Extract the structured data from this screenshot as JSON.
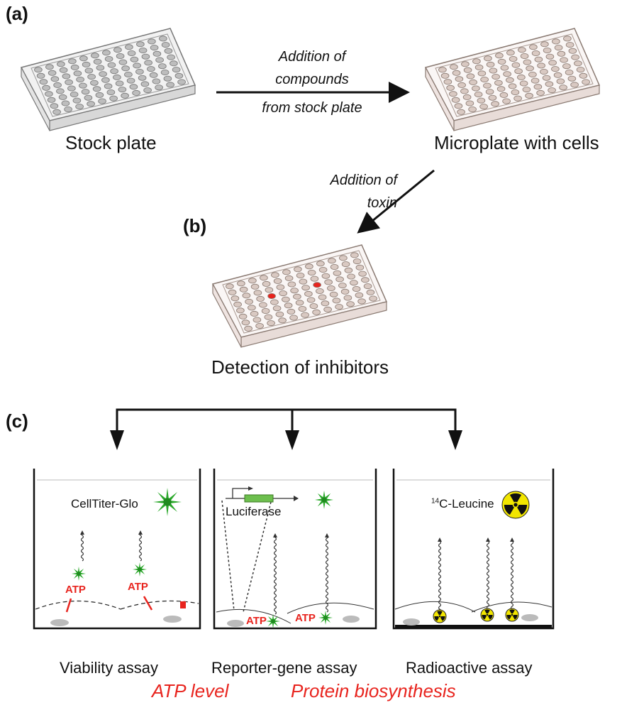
{
  "panels": {
    "a": "(a)",
    "b": "(b)",
    "c": "(c)"
  },
  "plates": {
    "stock": "Stock plate",
    "cells": "Microplate with cells",
    "detection": "Detection of inhibitors"
  },
  "arrows": {
    "compounds_line1": "Addition of",
    "compounds_line2": "compounds",
    "compounds_line3": "from stock plate",
    "toxin_line1": "Addition of",
    "toxin_line2": "toxin"
  },
  "assays": {
    "viability_reagent": "CellTiter-Glo",
    "reporter_gene": "Luciferase",
    "radio_sup": "14",
    "radio_label": "C-Leucine",
    "atp": "ATP",
    "viability_caption": "Viability assay",
    "reporter_caption": "Reporter-gene assay",
    "radio_caption": "Radioactive assay"
  },
  "footer": {
    "atp_level": "ATP level",
    "protein": "Protein biosynthesis"
  },
  "colors": {
    "red": "#e8241e",
    "green": "#2aa82a",
    "yellow": "#f2e600",
    "plate_outline": "#8a7a72",
    "plate_well": "#d9c9c2"
  }
}
